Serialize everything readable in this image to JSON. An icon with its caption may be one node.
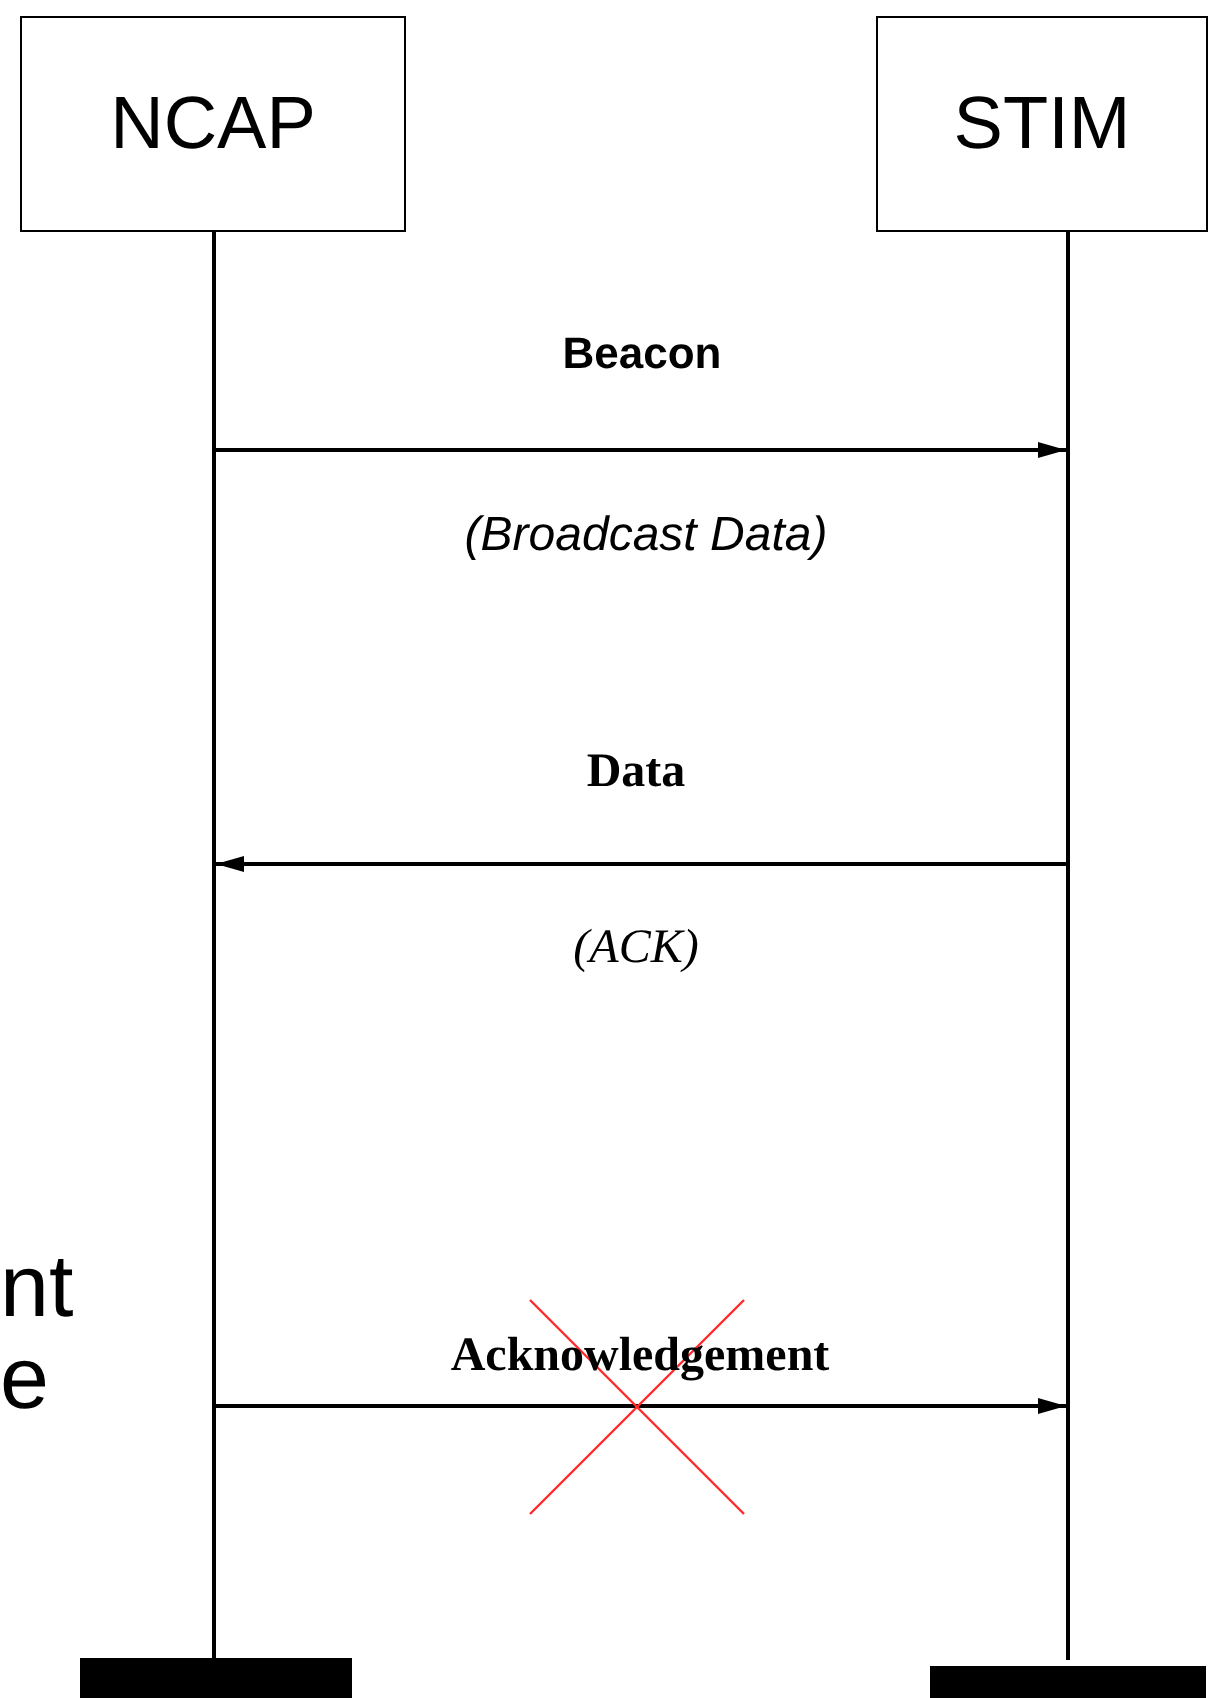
{
  "diagram": {
    "nodes": [
      {
        "text": [
          "NCAP"
        ]
      },
      {
        "text": [
          "STIM"
        ]
      },
      {
        "text": [],
        "shape": "line"
      },
      {
        "text": [],
        "shape": "line"
      },
      {
        "text": [],
        "shape": "bar"
      },
      {
        "text": [],
        "shape": "bar"
      }
    ],
    "edges": [
      {
        "from": 2,
        "to": 3,
        "arrow": "to",
        "label": "Beacon"
      },
      {
        "from": 3,
        "to": 2,
        "arrow": "to",
        "label": "Data"
      },
      {
        "from": 2,
        "to": 3,
        "arrow": "to",
        "label": "Acknowledgement"
      }
    ],
    "labels": [
      "(Broadcast Data)",
      "(ACK)",
      "nt",
      "e"
    ]
  }
}
